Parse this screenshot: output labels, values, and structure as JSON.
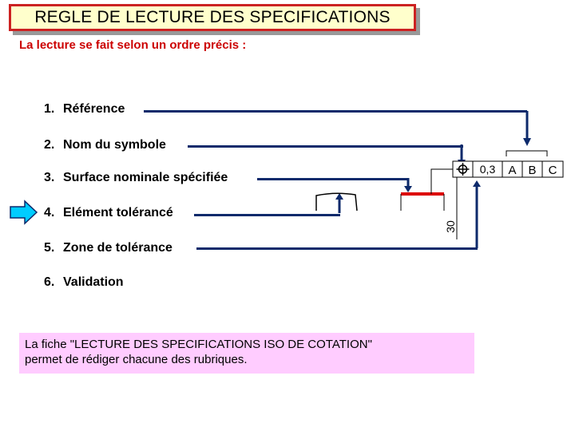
{
  "title": "REGLE DE LECTURE DES SPECIFICATIONS",
  "subtitle": "La lecture se fait selon un ordre précis :",
  "steps": [
    {
      "num": "1.",
      "label": "Référence"
    },
    {
      "num": "2.",
      "label": "Nom du symbole"
    },
    {
      "num": "3.",
      "label": "Surface nominale spécifiée"
    },
    {
      "num": "4.",
      "label": "Elément tolérancé"
    },
    {
      "num": "5.",
      "label": "Zone de tolérance"
    },
    {
      "num": "6.",
      "label": "Validation"
    }
  ],
  "current_step": "4. Elément tolérancé",
  "frame": {
    "symbol": "position-icon",
    "tolerance": "0,3",
    "datums": [
      "A",
      "B",
      "C"
    ]
  },
  "dimension": "30",
  "info": {
    "line1": "La fiche \"LECTURE DES SPECIFICATIONS ISO DE COTATION\"",
    "line2": "permet de rédiger chacune des rubriques."
  },
  "colors": {
    "title_border": "#cc2222",
    "title_bg": "#ffffcc",
    "subtitle": "#cc0000",
    "lines": "#0d2a6b",
    "toleranced_surface": "#dd0000",
    "arrow": "#00ccff",
    "info_bg": "#ffccff"
  }
}
